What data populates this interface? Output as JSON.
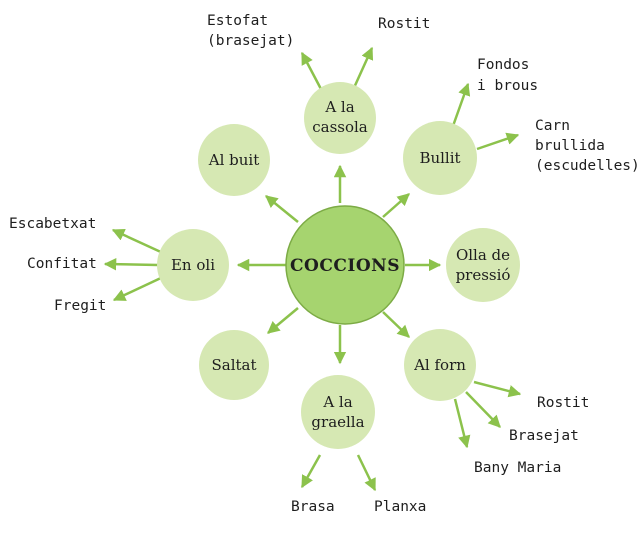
{
  "colors": {
    "center_fill": "#a6d46f",
    "center_stroke": "#7cab45",
    "node_fill": "#d6e8b3",
    "arrow": "#8cc24c",
    "text": "#1e1e1e"
  },
  "center": {
    "label": "COCCIONS"
  },
  "nodes": {
    "a_la_cassola": {
      "line1": "A la",
      "line2": "cassola"
    },
    "bullit": {
      "label": "Bullit"
    },
    "olla_de_pressio": {
      "line1": "Olla de",
      "line2": "pressió"
    },
    "al_forn": {
      "label": "Al forn"
    },
    "a_la_graella": {
      "line1": "A la",
      "line2": "graella"
    },
    "saltat": {
      "label": "Saltat"
    },
    "en_oli": {
      "label": "En oli"
    },
    "al_buit": {
      "label": "Al buit"
    }
  },
  "leaves": {
    "estofat": {
      "line1": "Estofat",
      "line2": "(brasejat)"
    },
    "rostit_cassola": {
      "label": "Rostit"
    },
    "fondos": {
      "line1": "Fondos",
      "line2": "i brous"
    },
    "carn_bullida": {
      "line1": "Carn",
      "line2": "brullida",
      "line3": "(escudelles)"
    },
    "rostit_forn": {
      "label": "Rostit"
    },
    "brasejat": {
      "label": "Brasejat"
    },
    "bany_maria": {
      "label": "Bany Maria"
    },
    "brasa": {
      "label": "Brasa"
    },
    "planxa": {
      "label": "Planxa"
    },
    "escabetxat": {
      "label": "Escabetxat"
    },
    "confitat": {
      "label": "Confitat"
    },
    "fregit": {
      "label": "Fregit"
    }
  }
}
